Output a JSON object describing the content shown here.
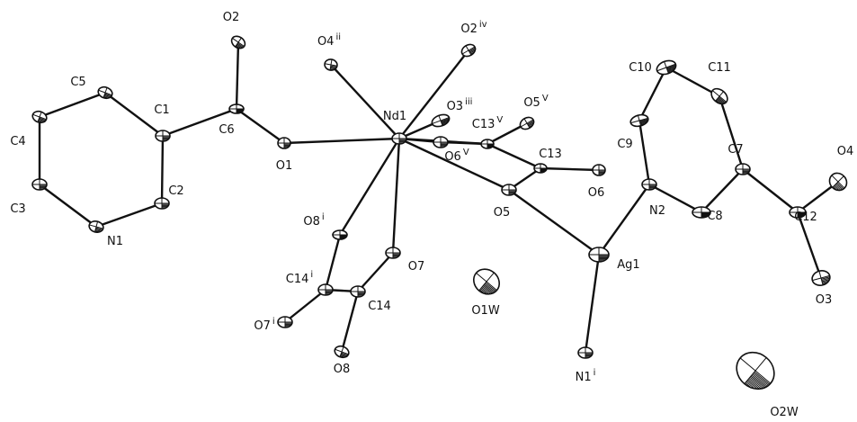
{
  "diagram": {
    "type": "thermal-ellipsoid structure",
    "colors": {
      "ink": "#111111",
      "background": "#ffffff"
    },
    "atoms": [
      {
        "id": "O2",
        "label": "O2",
        "sup": ""
      },
      {
        "id": "O4ii",
        "label": "O4",
        "sup": "ii"
      },
      {
        "id": "O2iv",
        "label": "O2",
        "sup": "iv"
      },
      {
        "id": "C5",
        "label": "C5",
        "sup": ""
      },
      {
        "id": "C1",
        "label": "C1",
        "sup": ""
      },
      {
        "id": "C6",
        "label": "C6",
        "sup": ""
      },
      {
        "id": "C4",
        "label": "C4",
        "sup": ""
      },
      {
        "id": "O1",
        "label": "O1",
        "sup": ""
      },
      {
        "id": "C3",
        "label": "C3",
        "sup": ""
      },
      {
        "id": "C2",
        "label": "C2",
        "sup": ""
      },
      {
        "id": "N1",
        "label": "N1",
        "sup": ""
      },
      {
        "id": "Nd1",
        "label": "Nd1",
        "sup": ""
      },
      {
        "id": "O3iii",
        "label": "O3",
        "sup": "iii"
      },
      {
        "id": "C13v",
        "label": "C13",
        "sup": "V"
      },
      {
        "id": "O5v",
        "label": "O5",
        "sup": "V"
      },
      {
        "id": "O6v",
        "label": "O6",
        "sup": "V"
      },
      {
        "id": "C13",
        "label": "C13",
        "sup": ""
      },
      {
        "id": "O6",
        "label": "O6",
        "sup": ""
      },
      {
        "id": "O5",
        "label": "O5",
        "sup": ""
      },
      {
        "id": "O8i",
        "label": "O8",
        "sup": "i"
      },
      {
        "id": "O7",
        "label": "O7",
        "sup": ""
      },
      {
        "id": "C14i",
        "label": "C14",
        "sup": "i"
      },
      {
        "id": "C14",
        "label": "C14",
        "sup": ""
      },
      {
        "id": "O7i",
        "label": "O7",
        "sup": "i"
      },
      {
        "id": "O8",
        "label": "O8",
        "sup": ""
      },
      {
        "id": "O1W",
        "label": "O1W",
        "sup": ""
      },
      {
        "id": "Ag1",
        "label": "Ag1",
        "sup": ""
      },
      {
        "id": "N1i",
        "label": "N1",
        "sup": "i"
      },
      {
        "id": "N2",
        "label": "N2",
        "sup": ""
      },
      {
        "id": "C9",
        "label": "C9",
        "sup": ""
      },
      {
        "id": "C10",
        "label": "C10",
        "sup": ""
      },
      {
        "id": "C11",
        "label": "C11",
        "sup": ""
      },
      {
        "id": "C7",
        "label": "C7",
        "sup": ""
      },
      {
        "id": "C8",
        "label": "C8",
        "sup": ""
      },
      {
        "id": "C12",
        "label": "C12",
        "sup": ""
      },
      {
        "id": "O4",
        "label": "O4",
        "sup": ""
      },
      {
        "id": "O3",
        "label": "O3",
        "sup": ""
      },
      {
        "id": "O2W",
        "label": "O2W",
        "sup": ""
      }
    ],
    "bonds": [
      [
        "C5",
        "C1"
      ],
      [
        "C5",
        "C4"
      ],
      [
        "C4",
        "C3"
      ],
      [
        "C3",
        "N1"
      ],
      [
        "N1",
        "C2"
      ],
      [
        "C2",
        "C1"
      ],
      [
        "C1",
        "C6"
      ],
      [
        "C6",
        "O2"
      ],
      [
        "C6",
        "O1"
      ],
      [
        "O1",
        "Nd1"
      ],
      [
        "Nd1",
        "O4ii"
      ],
      [
        "Nd1",
        "O2iv"
      ],
      [
        "Nd1",
        "O3iii"
      ],
      [
        "Nd1",
        "O6v"
      ],
      [
        "Nd1",
        "C13v"
      ],
      [
        "Nd1",
        "O5"
      ],
      [
        "Nd1",
        "O8i"
      ],
      [
        "Nd1",
        "O7"
      ],
      [
        "C13v",
        "O5v"
      ],
      [
        "C13v",
        "O6v"
      ],
      [
        "C13v",
        "C13"
      ],
      [
        "C13",
        "O6"
      ],
      [
        "C13",
        "O5"
      ],
      [
        "O5",
        "Ag1"
      ],
      [
        "Ag1",
        "N1i"
      ],
      [
        "Ag1",
        "N2"
      ],
      [
        "O8i",
        "C14i"
      ],
      [
        "C14i",
        "O7i"
      ],
      [
        "C14i",
        "C14"
      ],
      [
        "C14",
        "O7"
      ],
      [
        "C14",
        "O8"
      ],
      [
        "N2",
        "C9"
      ],
      [
        "C9",
        "C10"
      ],
      [
        "C10",
        "C11"
      ],
      [
        "C11",
        "C7"
      ],
      [
        "C7",
        "C8"
      ],
      [
        "C8",
        "N2"
      ],
      [
        "C7",
        "C12"
      ],
      [
        "C12",
        "O4"
      ],
      [
        "C12",
        "O3"
      ]
    ]
  }
}
